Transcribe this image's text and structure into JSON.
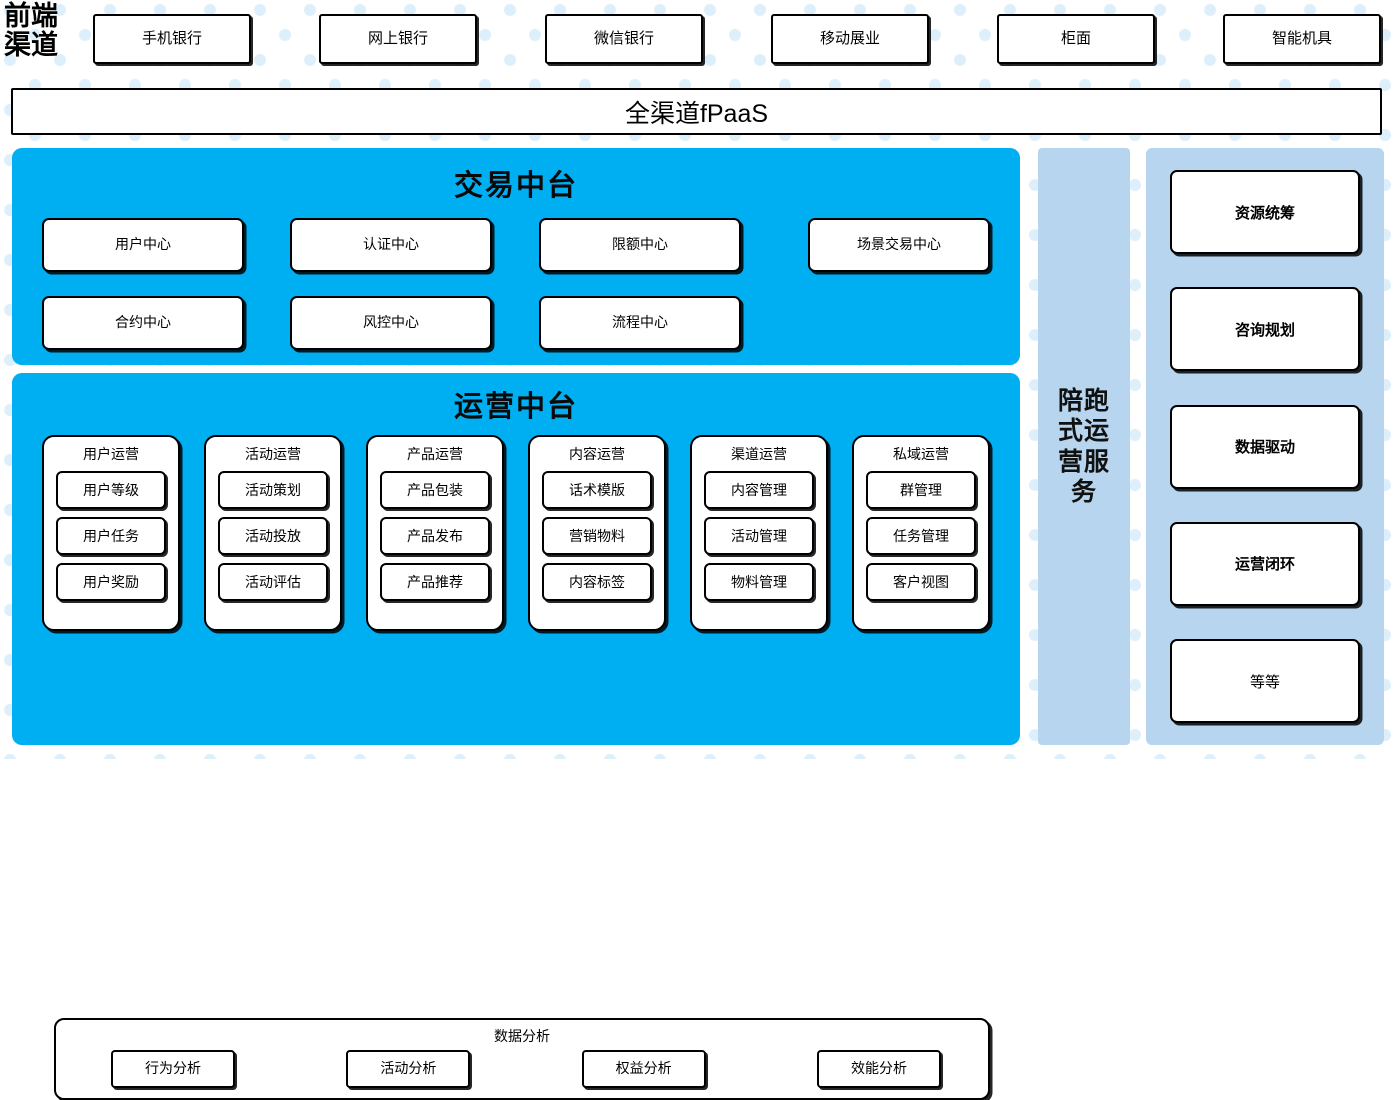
{
  "theme": {
    "platform_blue": "#00AEF2",
    "panel_light_blue": "#b7d5ef",
    "dot_color": "#ddeffb",
    "box_border": "#000000",
    "box_fill": "#ffffff"
  },
  "front_channel": {
    "label": "前端\n渠道",
    "items": [
      {
        "label": "手机银行"
      },
      {
        "label": "网上银行"
      },
      {
        "label": "微信银行"
      },
      {
        "label": "移动展业"
      },
      {
        "label": "柜面"
      },
      {
        "label": "智能机具"
      }
    ]
  },
  "fpaas": {
    "label": "全渠道fPaaS"
  },
  "trade_platform": {
    "title": "交易中台",
    "grid": [
      {
        "label": "用户中心"
      },
      {
        "label": "认证中心"
      },
      {
        "label": "限额中心"
      },
      {
        "label": "合约中心"
      },
      {
        "label": "风控中心"
      },
      {
        "label": "流程中心"
      }
    ],
    "scene": {
      "label": "场景交易中心"
    }
  },
  "ops_platform": {
    "title": "运营中台",
    "columns": [
      {
        "title": "用户运营",
        "items": [
          "用户等级",
          "用户任务",
          "用户奖励"
        ]
      },
      {
        "title": "活动运营",
        "items": [
          "活动策划",
          "活动投放",
          "活动评估"
        ]
      },
      {
        "title": "产品运营",
        "items": [
          "产品包装",
          "产品发布",
          "产品推荐"
        ]
      },
      {
        "title": "内容运营",
        "items": [
          "话术模版",
          "营销物料",
          "内容标签"
        ]
      },
      {
        "title": "渠道运营",
        "items": [
          "内容管理",
          "活动管理",
          "物料管理"
        ]
      },
      {
        "title": "私域运营",
        "items": [
          "群管理",
          "任务管理",
          "客户视图"
        ]
      }
    ],
    "data_analysis": {
      "title": "数据分析",
      "items": [
        {
          "label": "行为分析"
        },
        {
          "label": "活动分析"
        },
        {
          "label": "权益分析"
        },
        {
          "label": "效能分析"
        }
      ]
    }
  },
  "accompany_service": {
    "label": "陪跑式运营服务"
  },
  "service_column": {
    "cards": [
      {
        "label": "资源统筹",
        "bold": true
      },
      {
        "label": "咨询规划",
        "bold": true
      },
      {
        "label": "数据驱动",
        "bold": true
      },
      {
        "label": "运营闭环",
        "bold": true
      },
      {
        "label": "等等",
        "bold": false
      }
    ]
  }
}
